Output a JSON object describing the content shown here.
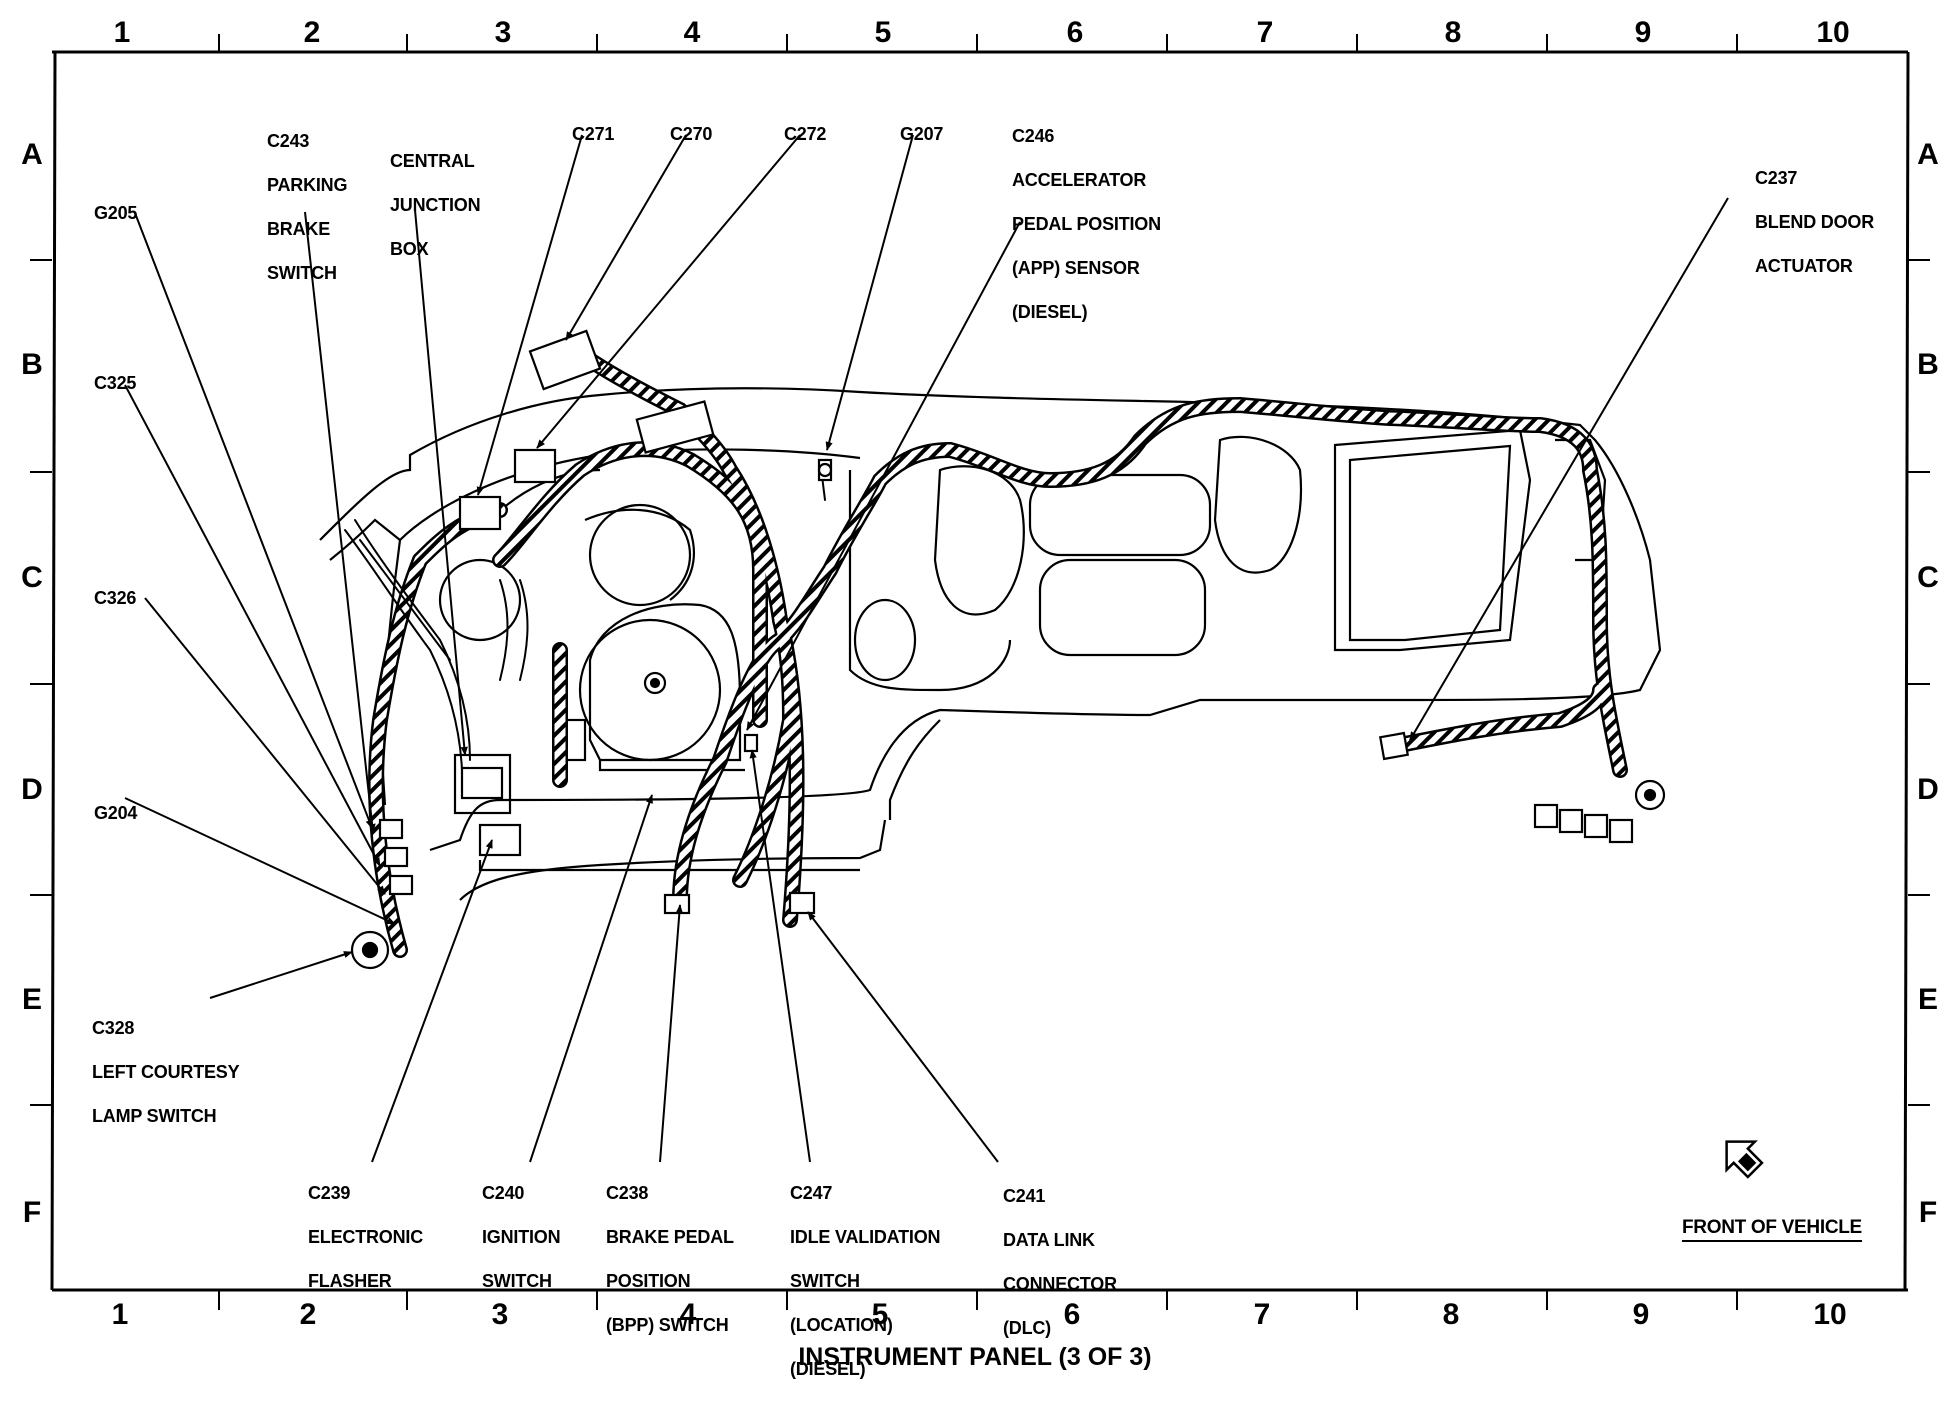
{
  "figure_title": "INSTRUMENT PANEL (3 OF 3)",
  "front_of_vehicle_label": "FRONT OF VEHICLE",
  "grid": {
    "columns": [
      "1",
      "2",
      "3",
      "4",
      "5",
      "6",
      "7",
      "8",
      "9",
      "10"
    ],
    "rows": [
      "A",
      "B",
      "C",
      "D",
      "E",
      "F"
    ]
  },
  "callouts": [
    {
      "id": "g205",
      "lines": [
        "G205"
      ]
    },
    {
      "id": "c243",
      "lines": [
        "C243",
        "PARKING",
        "BRAKE",
        "SWITCH"
      ]
    },
    {
      "id": "central-junction-box",
      "lines": [
        "CENTRAL",
        "JUNCTION",
        "BOX"
      ]
    },
    {
      "id": "c271",
      "lines": [
        "C271"
      ]
    },
    {
      "id": "c270",
      "lines": [
        "C270"
      ]
    },
    {
      "id": "c272",
      "lines": [
        "C272"
      ]
    },
    {
      "id": "g207",
      "lines": [
        "G207"
      ]
    },
    {
      "id": "c246",
      "lines": [
        "C246",
        "ACCELERATOR",
        "PEDAL POSITION",
        "(APP) SENSOR",
        "(DIESEL)"
      ]
    },
    {
      "id": "c237",
      "lines": [
        "C237",
        "BLEND DOOR",
        "ACTUATOR"
      ]
    },
    {
      "id": "c325",
      "lines": [
        "C325"
      ]
    },
    {
      "id": "c326",
      "lines": [
        "C326"
      ]
    },
    {
      "id": "g204",
      "lines": [
        "G204"
      ]
    },
    {
      "id": "c328",
      "lines": [
        "C328",
        "LEFT COURTESY",
        "LAMP SWITCH"
      ]
    },
    {
      "id": "c239",
      "lines": [
        "C239",
        "ELECTRONIC",
        "FLASHER"
      ]
    },
    {
      "id": "c240",
      "lines": [
        "C240",
        "IGNITION",
        "SWITCH"
      ]
    },
    {
      "id": "c238",
      "lines": [
        "C238",
        "BRAKE PEDAL",
        "POSITION",
        "(BPP) SWITCH"
      ]
    },
    {
      "id": "c247",
      "lines": [
        "C247",
        "IDLE VALIDATION",
        "SWITCH",
        "(LOCATION)",
        "(DIESEL)"
      ]
    },
    {
      "id": "c241",
      "lines": [
        "C241",
        "DATA LINK",
        "CONNECTOR",
        "(DLC)"
      ]
    }
  ]
}
